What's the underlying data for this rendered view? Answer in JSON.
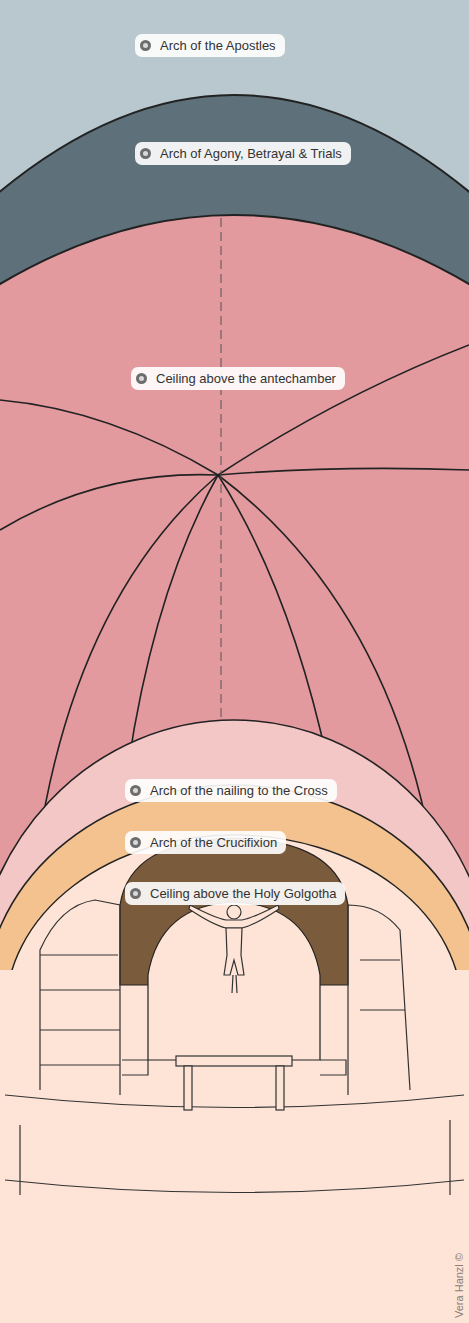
{
  "diagram": {
    "nodes": [
      {
        "text": [
          "Arch of the Apostles"
        ]
      },
      {
        "text": [
          "Arch of Agony, Betrayal & Trials"
        ]
      },
      {
        "text": [
          "Ceiling above the antechamber"
        ]
      },
      {
        "text": [
          "Arch of the nailing to the Cross"
        ]
      },
      {
        "text": [
          "Arch of the Crucifixion"
        ]
      },
      {
        "text": [
          "Ceiling above the Holy Golgotha"
        ]
      }
    ],
    "labels": [
      "Vera Hanzl ©"
    ]
  }
}
